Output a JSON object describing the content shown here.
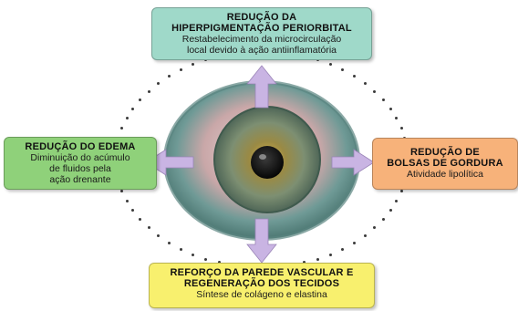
{
  "diagram": {
    "top": {
      "title_line1": "REDUÇÃO DA",
      "title_line2": "HIPERPIGMENTAÇÃO PERIORBITAL",
      "desc_line1": "Restabelecimento da microcirculação",
      "desc_line2": "local devido à ação antiinflamatória"
    },
    "left": {
      "title_line1": "REDUÇÃO DO EDEMA",
      "desc_line1": "Diminuição do acúmulo",
      "desc_line2": "de fluidos pela",
      "desc_line3": "ação drenante"
    },
    "right": {
      "title_line1": "REDUÇÃO DE",
      "title_line2": "BOLSAS DE GORDURA",
      "desc_line1": "Atividade lipolítica"
    },
    "bottom": {
      "title_line1": "REFORÇO DA PAREDE VASCULAR E",
      "title_line2": "REGENERAÇÃO DOS TECIDOS",
      "desc_line1": "Síntese de colágeno e elastina"
    }
  },
  "colors": {
    "top_box": "#9fd9c9",
    "left_box": "#8fd17a",
    "right_box": "#f7b27a",
    "bottom_box": "#f8f06e",
    "arrow": "#c9b4e3",
    "iris": "#7a7a3c"
  }
}
